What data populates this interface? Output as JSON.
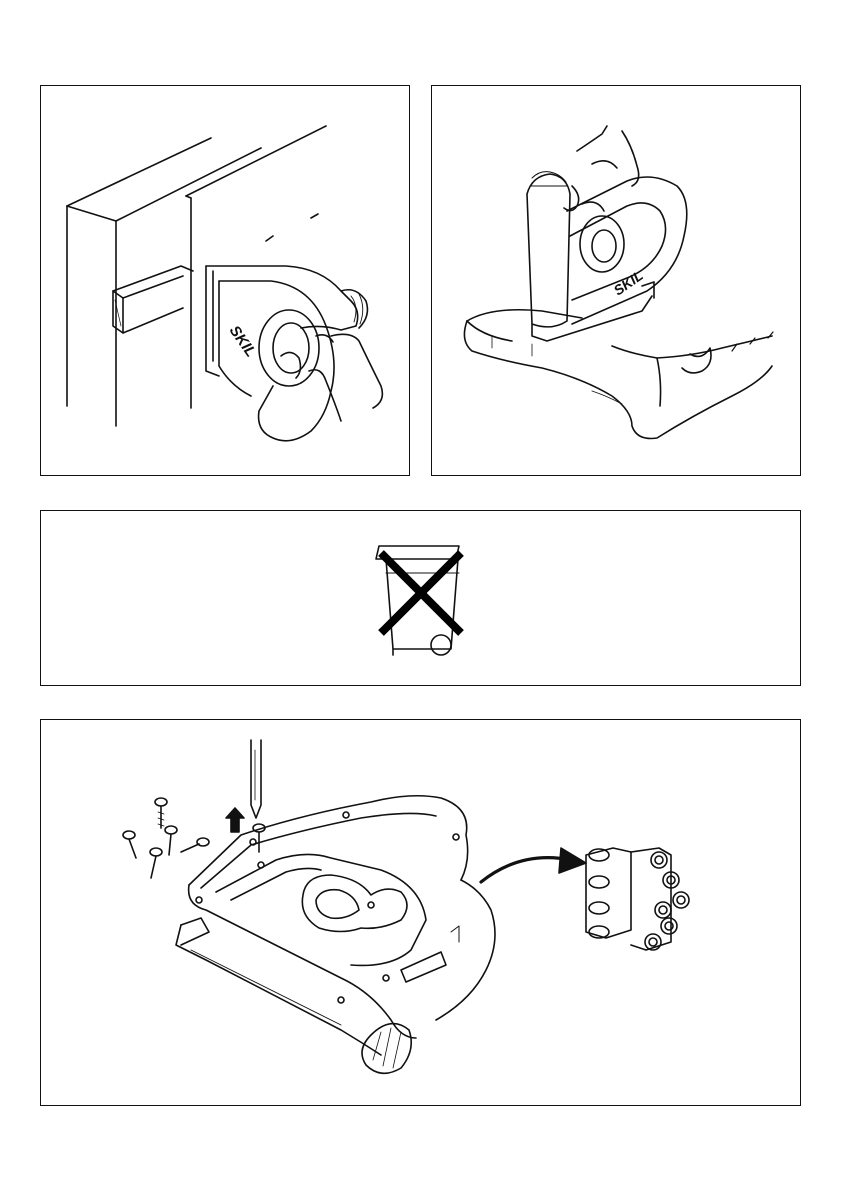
{
  "figures": [
    {
      "id": "fig-wall-stapling",
      "brand_mark": "SKIL",
      "icon": "stapler-on-wall-icon"
    },
    {
      "id": "fig-upholstery-stapling",
      "brand_mark": "SKIL",
      "icon": "stapler-on-cushion-icon"
    },
    {
      "id": "fig-disposal",
      "icon": "crossed-out-wheelie-bin-icon"
    },
    {
      "id": "fig-battery-replacement",
      "icon": "battery-replacement-icon"
    }
  ]
}
